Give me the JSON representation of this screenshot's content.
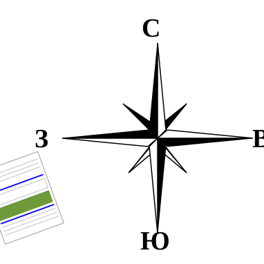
{
  "compass": {
    "north_label": "С",
    "south_label": "Ю",
    "west_label": "З",
    "east_label": "В",
    "dark_color": "#000000",
    "light_color": "#ffffff"
  },
  "corner_thumbnail": {
    "description_icon": "map-thumbnail-icon",
    "accent_color": "#1010ff",
    "field_color": "#6f9a3a"
  }
}
